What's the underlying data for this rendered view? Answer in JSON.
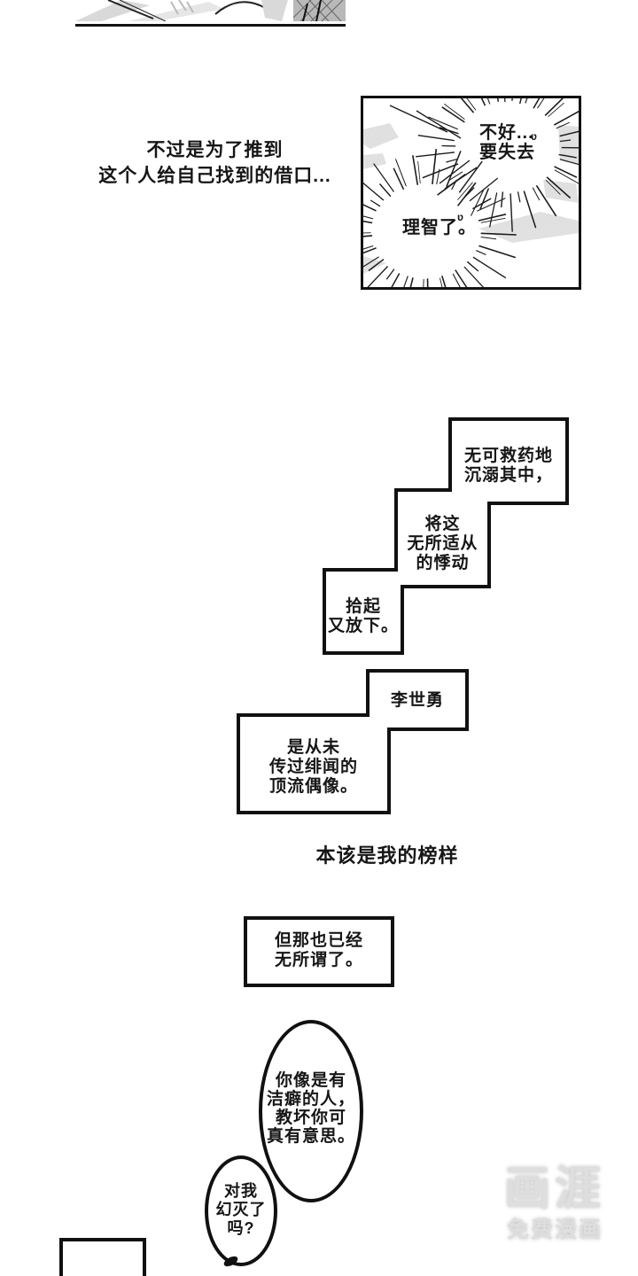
{
  "comic": {
    "intro": [
      "不过是为了推到",
      "这个人给自己找到的借口..."
    ],
    "panel": {
      "bubble1": [
        "不好...",
        "要失去"
      ],
      "bubble1_mark": "ʋ",
      "bubble2": "理智了。",
      "bubble2_mark": "ʋ"
    },
    "stairs1": {
      "box1": [
        "无可救药地",
        "沉溺其中，"
      ],
      "box2": [
        "将这",
        "无所适从",
        "的悸动"
      ],
      "box3": [
        "拾起",
        "又放下。"
      ]
    },
    "stairs2": {
      "box1": "李世勇",
      "box2": [
        "是从未",
        "传过绯闻的",
        "顶流偶像。"
      ]
    },
    "narration": "本该是我的榜样",
    "caption_box": [
      "但那也已经",
      "无所谓了。"
    ],
    "bubble_large": [
      "你像是有",
      "洁癖的人，",
      "教坏你可",
      "真有意思。"
    ],
    "bubble_small": [
      "对我",
      "幻灭了",
      "吗?"
    ]
  },
  "watermark": {
    "logo": "画涯",
    "tagline": "免费漫画",
    "color": "#dedede"
  },
  "colors": {
    "ink": "#111111",
    "panel_gray": "#d9d9d9",
    "background": "#ffffff"
  }
}
